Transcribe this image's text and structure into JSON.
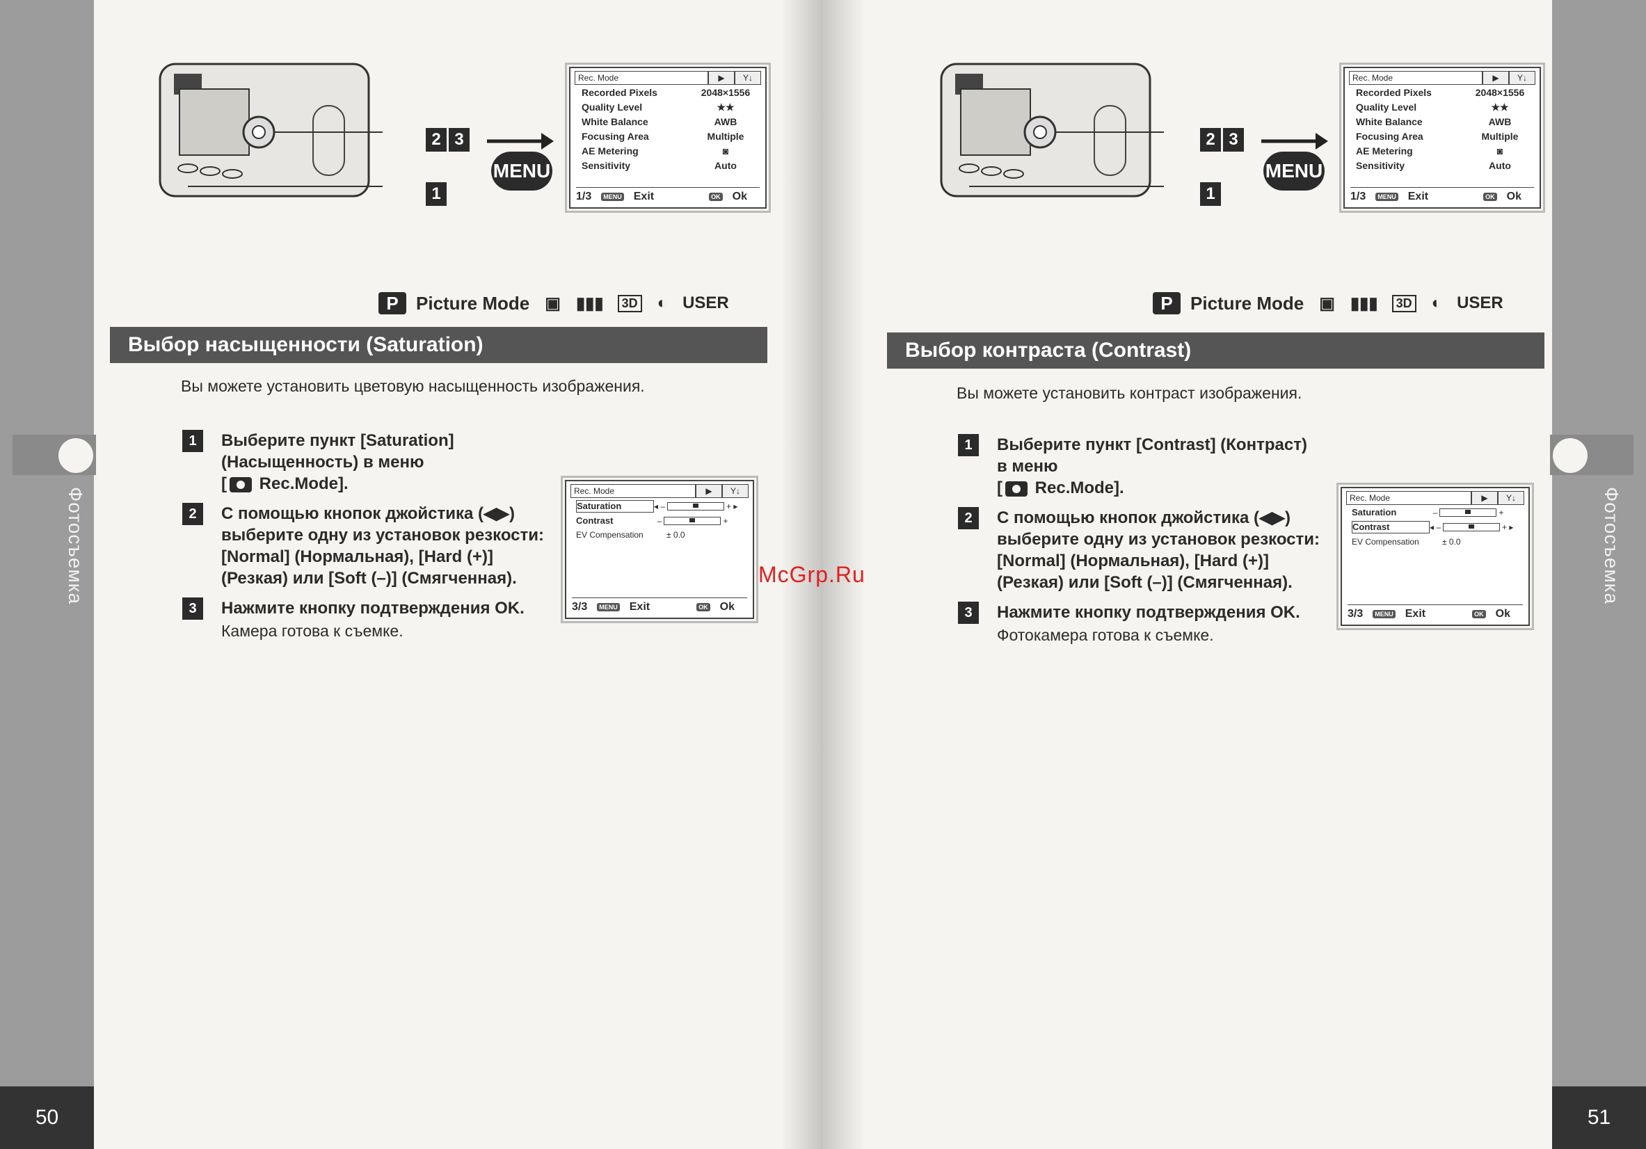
{
  "watermark": "McGrp.Ru",
  "left_page": {
    "page_number": "50",
    "side_label": "Фотосъемка",
    "callout_23": [
      "2",
      "3"
    ],
    "callout_1": "1",
    "menu_button": "MENU",
    "lcd_main": {
      "tabs": [
        "Rec. Mode",
        "▶",
        "Y↓"
      ],
      "rows": [
        {
          "label": "Recorded Pixels",
          "value": "2048×1556"
        },
        {
          "label": "Quality Level",
          "value": "★★"
        },
        {
          "label": "White Balance",
          "value": "AWB"
        },
        {
          "label": "Focusing Area",
          "value": "Multiple"
        },
        {
          "label": "AE Metering",
          "value": "◙"
        },
        {
          "label": "Sensitivity",
          "value": "Auto"
        }
      ],
      "page": "1/3",
      "exit_badge": "MENU",
      "exit": "Exit",
      "ok_badge": "OK",
      "ok": "Ok"
    },
    "mode_bar": {
      "p": "P",
      "picture_mode": "Picture Mode",
      "three_d": "3D",
      "user": "USER"
    },
    "title": "Выбор насыщенности (Saturation)",
    "intro": "Вы можете установить цветовую насыщенность изображения.",
    "steps": [
      {
        "num": "1",
        "line1": "Выберите пункт [Saturation] (Насыщенность) в меню",
        "line2_pre": "[",
        "line2_post": " Rec.Mode]."
      },
      {
        "num": "2",
        "text": "С помощью кнопок джойстика (◀▶) выберите одну из установок резкости: [Normal] (Нормальная), [Hard (+)] (Резкая) или [Soft (–)] (Смягченная)."
      },
      {
        "num": "3",
        "text": "Нажмите кнопку подтверждения OK.",
        "note": "Камера готова к съемке."
      }
    ],
    "lcd_small": {
      "tab": "Rec. Mode",
      "saturation": "Saturation",
      "contrast": "Contrast",
      "ev_label": "EV Compensation",
      "ev_value": "± 0.0",
      "page": "3/3",
      "exit_badge": "MENU",
      "exit": "Exit",
      "ok_badge": "OK",
      "ok": "Ok"
    }
  },
  "right_page": {
    "page_number": "51",
    "side_label": "Фотосъемка",
    "callout_23": [
      "2",
      "3"
    ],
    "callout_1": "1",
    "menu_button": "MENU",
    "lcd_main": {
      "tabs": [
        "Rec. Mode",
        "▶",
        "Y↓"
      ],
      "rows": [
        {
          "label": "Recorded Pixels",
          "value": "2048×1556"
        },
        {
          "label": "Quality Level",
          "value": "★★"
        },
        {
          "label": "White Balance",
          "value": "AWB"
        },
        {
          "label": "Focusing Area",
          "value": "Multiple"
        },
        {
          "label": "AE Metering",
          "value": "◙"
        },
        {
          "label": "Sensitivity",
          "value": "Auto"
        }
      ],
      "page": "1/3",
      "exit_badge": "MENU",
      "exit": "Exit",
      "ok_badge": "OK",
      "ok": "Ok"
    },
    "mode_bar": {
      "p": "P",
      "picture_mode": "Picture Mode",
      "three_d": "3D",
      "user": "USER"
    },
    "title": "Выбор контраста (Contrast)",
    "intro": "Вы можете установить контраст изображения.",
    "steps": [
      {
        "num": "1",
        "line1": "Выберите пункт [Contrast] (Контраст) в меню",
        "line2_pre": "[",
        "line2_post": " Rec.Mode]."
      },
      {
        "num": "2",
        "text": "С помощью кнопок джойстика (◀▶) выберите одну из установок резкости: [Normal] (Нормальная), [Hard (+)] (Резкая) или [Soft (–)] (Смягченная)."
      },
      {
        "num": "3",
        "text": "Нажмите кнопку подтверждения OK.",
        "note": "Фотокамера готова к съемке."
      }
    ],
    "lcd_small": {
      "tab": "Rec. Mode",
      "saturation": "Saturation",
      "contrast": "Contrast",
      "ev_label": "EV Compensation",
      "ev_value": "± 0.0",
      "page": "3/3",
      "exit_badge": "MENU",
      "exit": "Exit",
      "ok_badge": "OK",
      "ok": "Ok"
    }
  }
}
